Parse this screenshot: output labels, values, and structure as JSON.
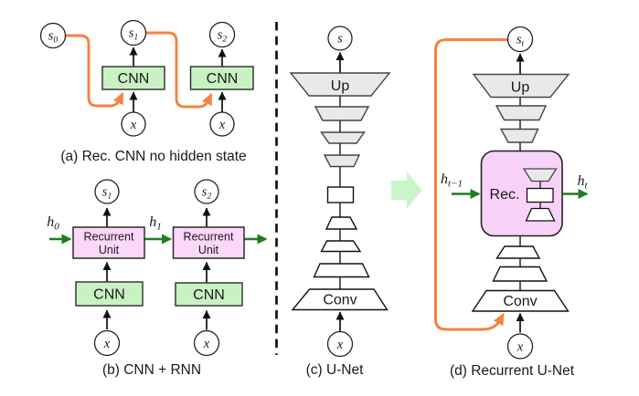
{
  "colors": {
    "cnn_box_fill": "#c9f2c3",
    "recurrent_unit_fill": "#fbd7f8",
    "rec_unet_box_fill": "#f9d2f9",
    "gray_trapezoid_fill": "#e9e9e9",
    "white_shape_fill": "#ffffff",
    "orange_arrow": "#f58240",
    "green_arrow": "#1f7d1f",
    "transform_arrow_fill": "#c9f5c9",
    "line_color": "#111111"
  },
  "panel_a": {
    "caption": "(a) Rec. CNN no hidden state",
    "s0": {
      "base": "s",
      "sub": "0"
    },
    "s1": {
      "base": "s",
      "sub": "1"
    },
    "s2": {
      "base": "s",
      "sub": "2"
    },
    "cnn1": "CNN",
    "cnn2": "CNN",
    "x1": "x",
    "x2": "x"
  },
  "panel_b": {
    "caption": "(b) CNN + RNN",
    "s1": {
      "base": "s",
      "sub": "1"
    },
    "s2": {
      "base": "s",
      "sub": "2"
    },
    "h0": {
      "base": "h",
      "sub": "0"
    },
    "h1": {
      "base": "h",
      "sub": "1"
    },
    "ru1": {
      "line1": "Recurrent",
      "line2": "Unit"
    },
    "ru2": {
      "line1": "Recurrent",
      "line2": "Unit"
    },
    "cnn1": "CNN",
    "cnn2": "CNN",
    "x1": "x",
    "x2": "x"
  },
  "panel_c": {
    "caption": "(c) U-Net",
    "s": "s",
    "up": "Up",
    "conv": "Conv",
    "x": "x"
  },
  "panel_d": {
    "caption": "(d) Recurrent U-Net",
    "st": {
      "base": "s",
      "sub": "t"
    },
    "h_prev": {
      "base": "h",
      "sub": "t−1"
    },
    "h_next": {
      "base": "h",
      "sub": "t"
    },
    "up": "Up",
    "rec": "Rec.",
    "conv": "Conv",
    "x": "x"
  }
}
